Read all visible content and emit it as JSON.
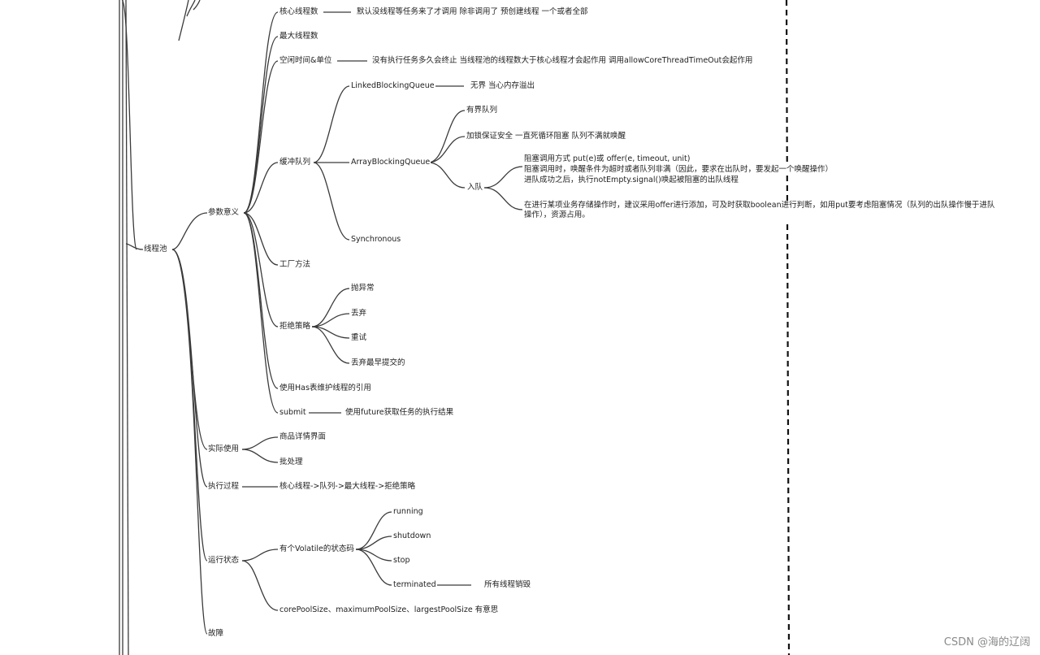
{
  "mindmap": {
    "root": "线程池",
    "params": {
      "label": "参数意义",
      "core_threads": {
        "label": "核心线程数",
        "note": "默认没线程等任务来了才调用  除非调用了  预创建线程  一个或者全部"
      },
      "max_threads": {
        "label": "最大线程数"
      },
      "idle_time": {
        "label": "空闲时间&单位",
        "note": "没有执行任务多久会终止  当线程池的线程数大于核心线程才会起作用  调用allowCoreThreadTimeOut会起作用"
      },
      "buffer_queue": {
        "label": "缓冲队列",
        "linked": {
          "label": "LinkedBlockingQueue",
          "note": "无界  当心内存溢出"
        },
        "array": {
          "label": "ArrayBlockingQueue",
          "bounded": "有界队列",
          "lock": "加锁保证安全  一直死循环阻塞  队列不满就唤醒",
          "enqueue": {
            "label": "入队",
            "note1": "阻塞调用方式  put(e)或  offer(e, timeout, unit)",
            "note2": "阻塞调用时，唤醒条件为超时或者队列非满（因此，要求在出队时，要发起一个唤醒操作）",
            "note3": "进队成功之后，执行notEmpty.signal()唤起被阻塞的出队线程",
            "note4": "在进行某项业务存储操作时，建议采用offer进行添加，可及时获取boolean进行判断，如用put要考虑阻塞情况（队列的出队操作慢于进队操作），资源占用。"
          }
        },
        "synchronous": {
          "label": "Synchronous"
        }
      },
      "factory": {
        "label": "工厂方法"
      },
      "reject": {
        "label": "拒绝策略",
        "items": [
          "抛异常",
          "丢弃",
          "重试",
          "丢弃最早提交的"
        ]
      },
      "hash": {
        "label": "使用Has表维护线程的引用"
      },
      "submit": {
        "label": "submit",
        "note": "使用future获取任务的执行结果"
      }
    },
    "usage": {
      "label": "实际使用",
      "items": [
        "商品详情界面",
        "批处理"
      ]
    },
    "process": {
      "label": "执行过程",
      "note": "核心线程->队列->最大线程->拒绝策略"
    },
    "state": {
      "label": "运行状态",
      "volatile": {
        "label": "有个Volatile的状态码",
        "items": [
          "running",
          "shutdown",
          "stop",
          "terminated"
        ],
        "terminated_note": "所有线程销毁"
      },
      "pool_size": "corePoolSize、maximumPoolSize、largestPoolSize 有意思"
    },
    "fault": {
      "label": "故障"
    }
  },
  "watermark": "CSDN @海的辽阔",
  "colors": {
    "line": "#3a3a3a",
    "text": "#222222",
    "dash": "#111111"
  }
}
